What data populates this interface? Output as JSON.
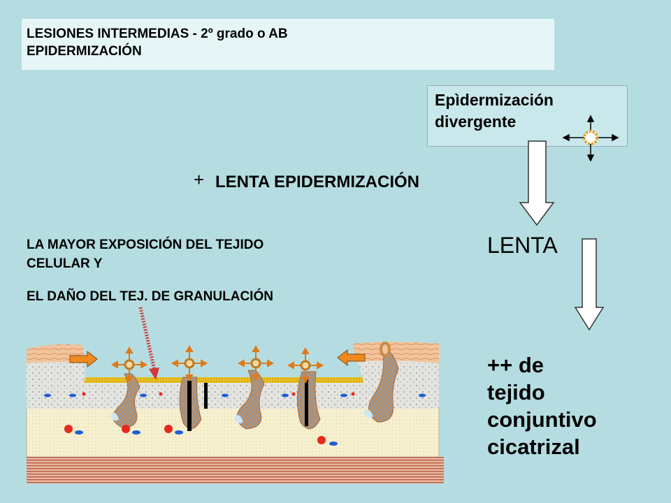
{
  "header": {
    "title": "LESIONES INTERMEDIAS  -  2º grado  o AB\nEPIDERMIZACIÓN"
  },
  "epidermization_box": {
    "label": "Epìdermización\ndivergente"
  },
  "slow_header": {
    "plus": "+",
    "label": "LENTA EPIDERMIZACIÓN"
  },
  "slow_label": "LENTA",
  "exposure_note": {
    "line1": "LA MAYOR EXPOSICIÓN DEL TEJIDO\nCELULAR Y",
    "line2": "EL DAÑO DEL TEJ. DE GRANULACIÓN"
  },
  "result": {
    "label": "++ de\ntejido\nconjuntivo\ncicatrizal"
  },
  "colors": {
    "background": "#b5dde1",
    "dermis": "#f6f0cf",
    "muscle": "#c47456",
    "arrow_orange": "#f08a1f",
    "granulation": "#e8c020",
    "follicle": "#c98a4a",
    "red_cell": "#e8281c",
    "blue_cell": "#1e5fd6"
  }
}
